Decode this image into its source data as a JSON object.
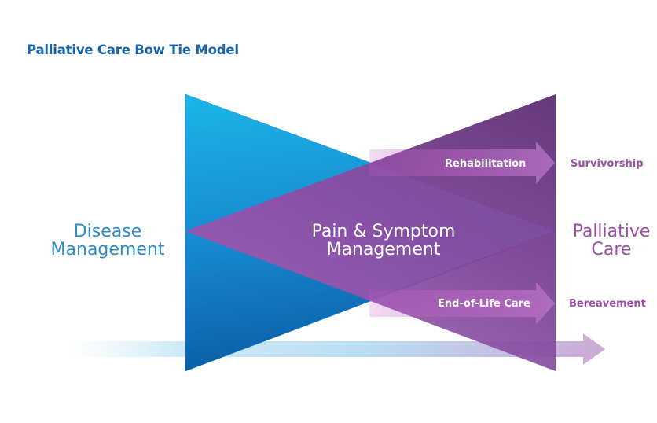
{
  "title": "Palliative Care Bow Tie Model",
  "left_label": {
    "line1": "Disease",
    "line2": "Management"
  },
  "center_label": {
    "line1": "Pain & Symptom",
    "line2": "Management"
  },
  "right_label": {
    "line1": "Palliative",
    "line2": "Care"
  },
  "upper_arrow": {
    "label": "Rehabilitation",
    "outcome": "Survivorship"
  },
  "lower_arrow": {
    "label": "End-of-Life Care",
    "outcome": "Bereavement"
  },
  "colors": {
    "title": "#1565a8",
    "blue_light": "#1ab3e6",
    "blue_dark": "#0a5fa6",
    "purple_light": "#a465b8",
    "purple_dark": "#5b2c6f",
    "outcome_text": "#9b4fa4"
  }
}
